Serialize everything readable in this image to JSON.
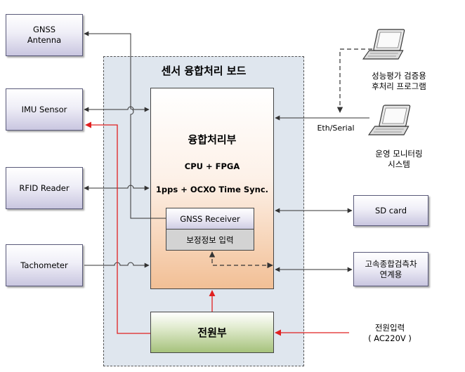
{
  "board_title": "센서 융합처리 보드",
  "left_boxes": {
    "gnss_antenna": [
      "GNSS",
      "Antenna"
    ],
    "imu_sensor": "IMU Sensor",
    "rfid_reader": "RFID Reader",
    "tachometer": "Tachometer"
  },
  "fusion": {
    "title": "융합처리부",
    "line1": "CPU + FPGA",
    "line2": "1pps + OCXO Time Sync.",
    "gnss_receiver": "GNSS Receiver",
    "correction_input": "보정정보 입력"
  },
  "power": {
    "label": "전원부",
    "input_line1": "전원입력",
    "input_line2": "( AC220V )"
  },
  "right": {
    "laptop1": [
      "성능평가 검증용",
      "후처리 프로그램"
    ],
    "laptop2": [
      "운영 모니터링",
      "시스템"
    ],
    "eth_serial": "Eth/Serial",
    "sd_card": "SD card",
    "railway": [
      "고속종합검측차",
      "연계용"
    ]
  },
  "colors": {
    "power_line": "#e02020",
    "signal_line": "#333333",
    "board_bg": "#dfe6ee",
    "box_lavender": "#c9c6e0",
    "fusion_orange": "#f2bf95",
    "power_green": "#a6c27c"
  }
}
